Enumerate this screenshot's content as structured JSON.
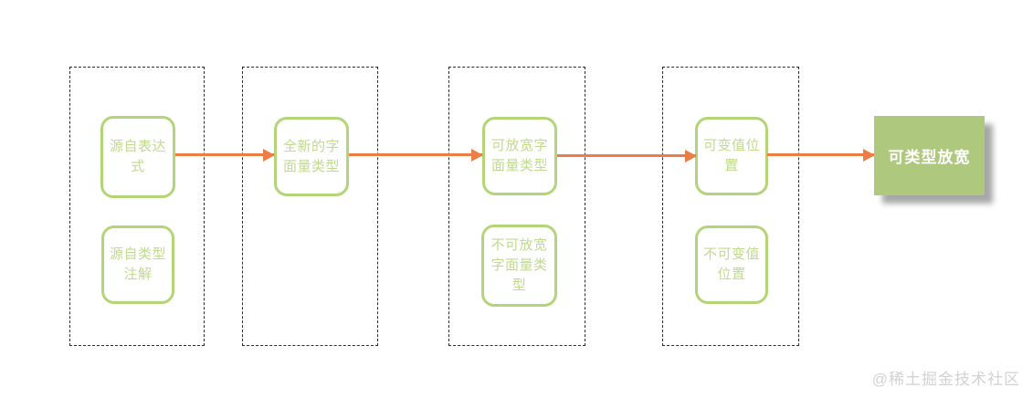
{
  "diagram": {
    "columns": [
      {
        "nodes": [
          {
            "label": "源自表达式"
          },
          {
            "label": "源自类型注解"
          }
        ]
      },
      {
        "nodes": [
          {
            "label": "全新的字面量类型"
          }
        ]
      },
      {
        "nodes": [
          {
            "label": "可放宽字面量类型"
          },
          {
            "label": "不可放宽字面量类型"
          }
        ]
      },
      {
        "nodes": [
          {
            "label": "可变值位置"
          },
          {
            "label": "不可变值位置"
          }
        ]
      }
    ],
    "result": {
      "label": "可类型放宽"
    },
    "colors": {
      "node_border": "#b3d578",
      "node_text": "#c0da8e",
      "result_fill": "#aec97e",
      "result_text": "#ffffff",
      "arrow": "#ed7c45",
      "container_border": "#2a2a2a",
      "watermark_text": "#d2d2d2"
    }
  },
  "watermark": {
    "text": "@稀土掘金技术社区"
  }
}
